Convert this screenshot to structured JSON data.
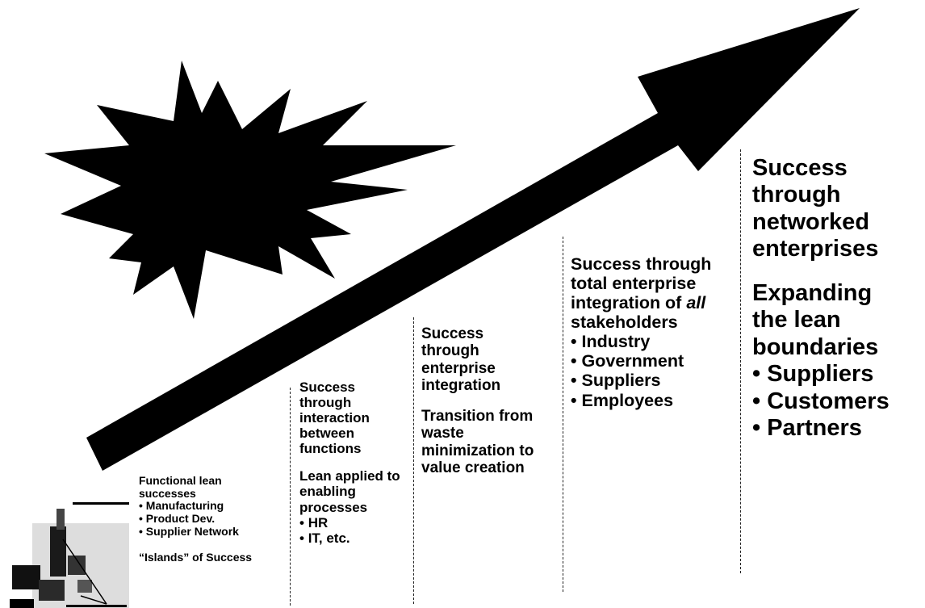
{
  "stages": [
    {
      "id": "stage-1",
      "heading": "Functional lean successes",
      "bullets": [
        "Manufacturing",
        "Product Dev.",
        "Supplier Network"
      ],
      "footer": "“Islands” of Success"
    },
    {
      "id": "stage-2",
      "heading": "Success through interaction between functions",
      "sub_heading": "Lean applied to enabling processes",
      "bullets": [
        "HR",
        "IT, etc."
      ]
    },
    {
      "id": "stage-3",
      "heading": "Success through enterprise integration",
      "sub_heading": "Transition from waste minimization to value creation"
    },
    {
      "id": "stage-4",
      "heading_pre": "Success through total enterprise integration of",
      "heading_em": "all",
      "heading_post": "stakeholders",
      "bullets": [
        "Industry",
        "Government",
        "Suppliers",
        "Employees"
      ]
    },
    {
      "id": "stage-5",
      "heading": "Success through networked enterprises",
      "sub_heading": "Expanding the lean boundaries",
      "bullets": [
        "Suppliers",
        "Customers",
        "Partners"
      ]
    }
  ],
  "colors": {
    "ink": "#000000",
    "paper": "#ffffff"
  },
  "icons": [
    "starburst-shape",
    "growth-arrow",
    "factory-thumbnail"
  ]
}
